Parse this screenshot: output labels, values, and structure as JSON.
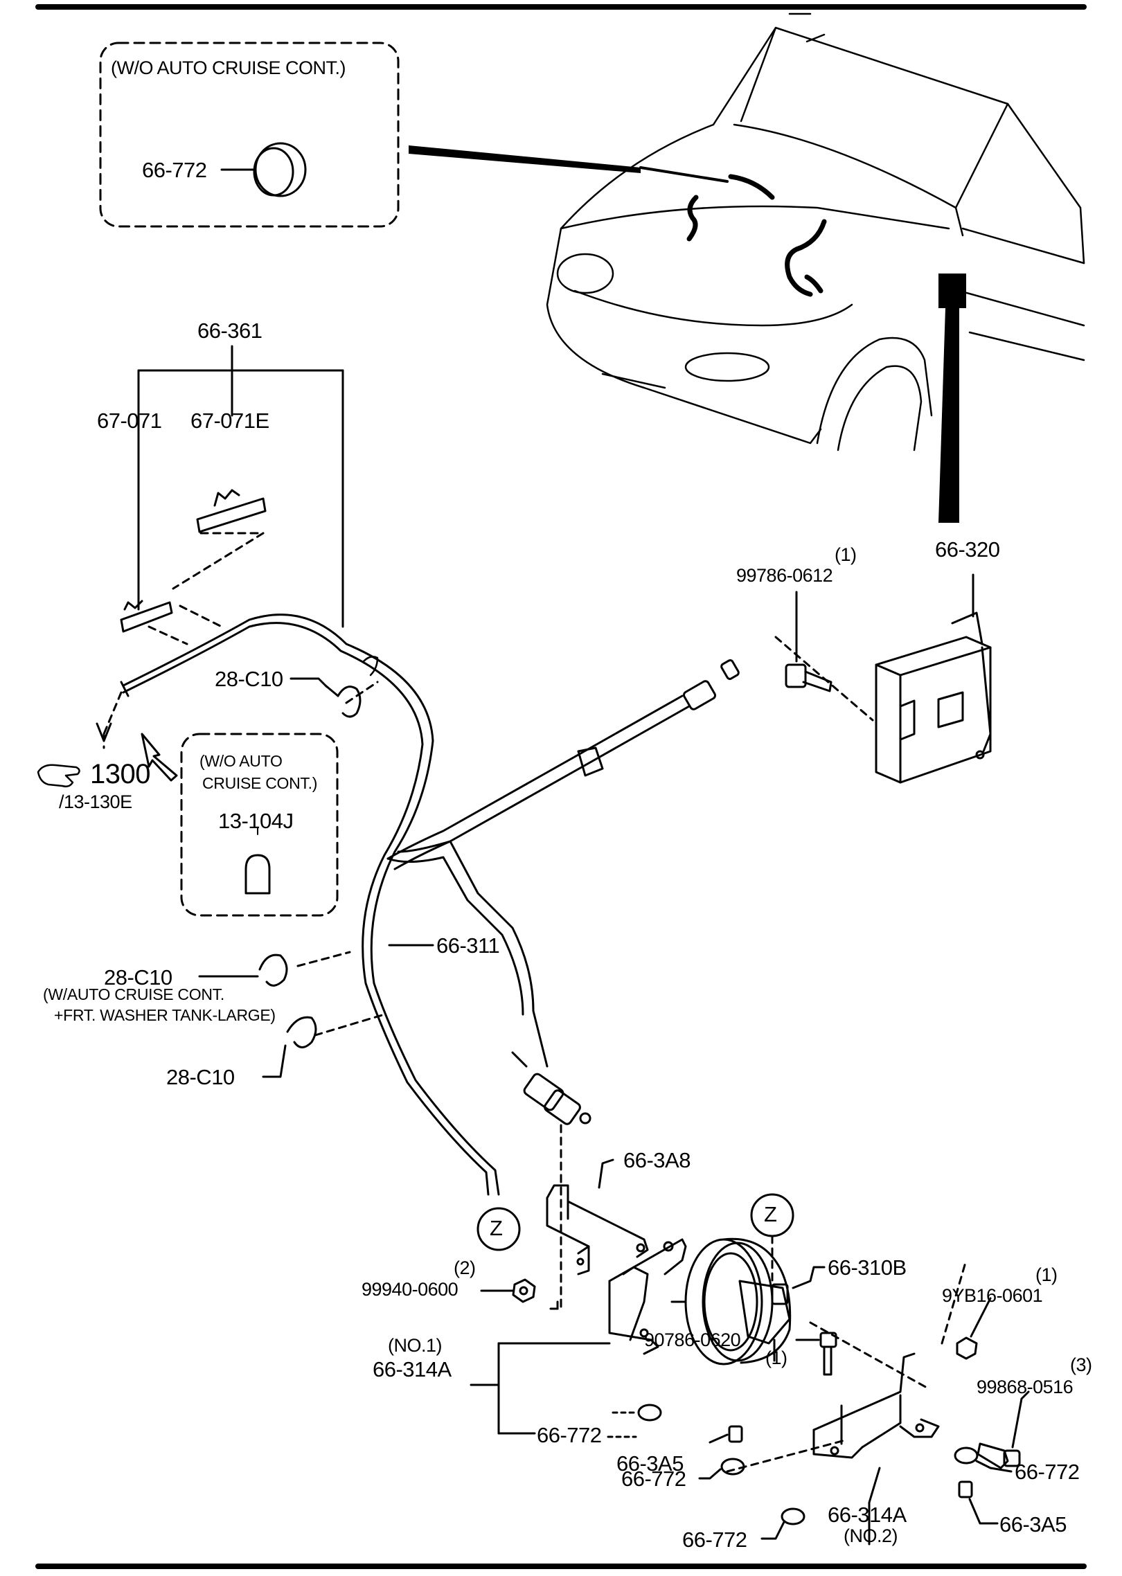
{
  "diagram": {
    "colors": {
      "ink": "#000000",
      "paper": "#ffffff"
    },
    "insets": {
      "top": {
        "title": "(W/O AUTO CRUISE CONT.)",
        "part": "66-772"
      },
      "middle": {
        "title_line1": "(W/O AUTO",
        "title_line2": "CRUISE CONT.)",
        "part": "13-104J"
      }
    },
    "labels": {
      "p66_361": "66-361",
      "p67_071": "67-071",
      "p67_071E": "67-071E",
      "p28_C10_top": "28-C10",
      "ref_1300": "1300",
      "ref_13_130E": "/13-130E",
      "p66_311": "66-311",
      "p28_C10_mid": "28-C10",
      "note_cruise": "(W/AUTO CRUISE CONT.",
      "note_tank": "+FRT. WASHER TANK-LARGE)",
      "p28_C10_low": "28-C10",
      "p99786_0612": "99786-0612",
      "q99786": "(1)",
      "p66_320": "66-320",
      "p66_3A8": "66-3A8",
      "z_left": "Z",
      "z_right": "Z",
      "p66_310B": "66-310B",
      "p99940_0600": "99940-0600",
      "q99940": "(2)",
      "no1": "(NO.1)",
      "p66_314A_1": "66-314A",
      "p66_772_a": "66-772",
      "p66_3A5_a": "66-3A5",
      "p66_772_b": "66-772",
      "p66_772_c": "66-772",
      "p90786_0620": "90786-0620",
      "q90786": "(1)",
      "p9YB16_0601": "9YB16-0601",
      "q9YB16": "(1)",
      "p99868_0516": "99868-0516",
      "q99868": "(3)",
      "p66_772_d": "66-772",
      "p66_3A5_b": "66-3A5",
      "p66_314A_2": "66-314A",
      "no2": "(NO.2)"
    }
  }
}
